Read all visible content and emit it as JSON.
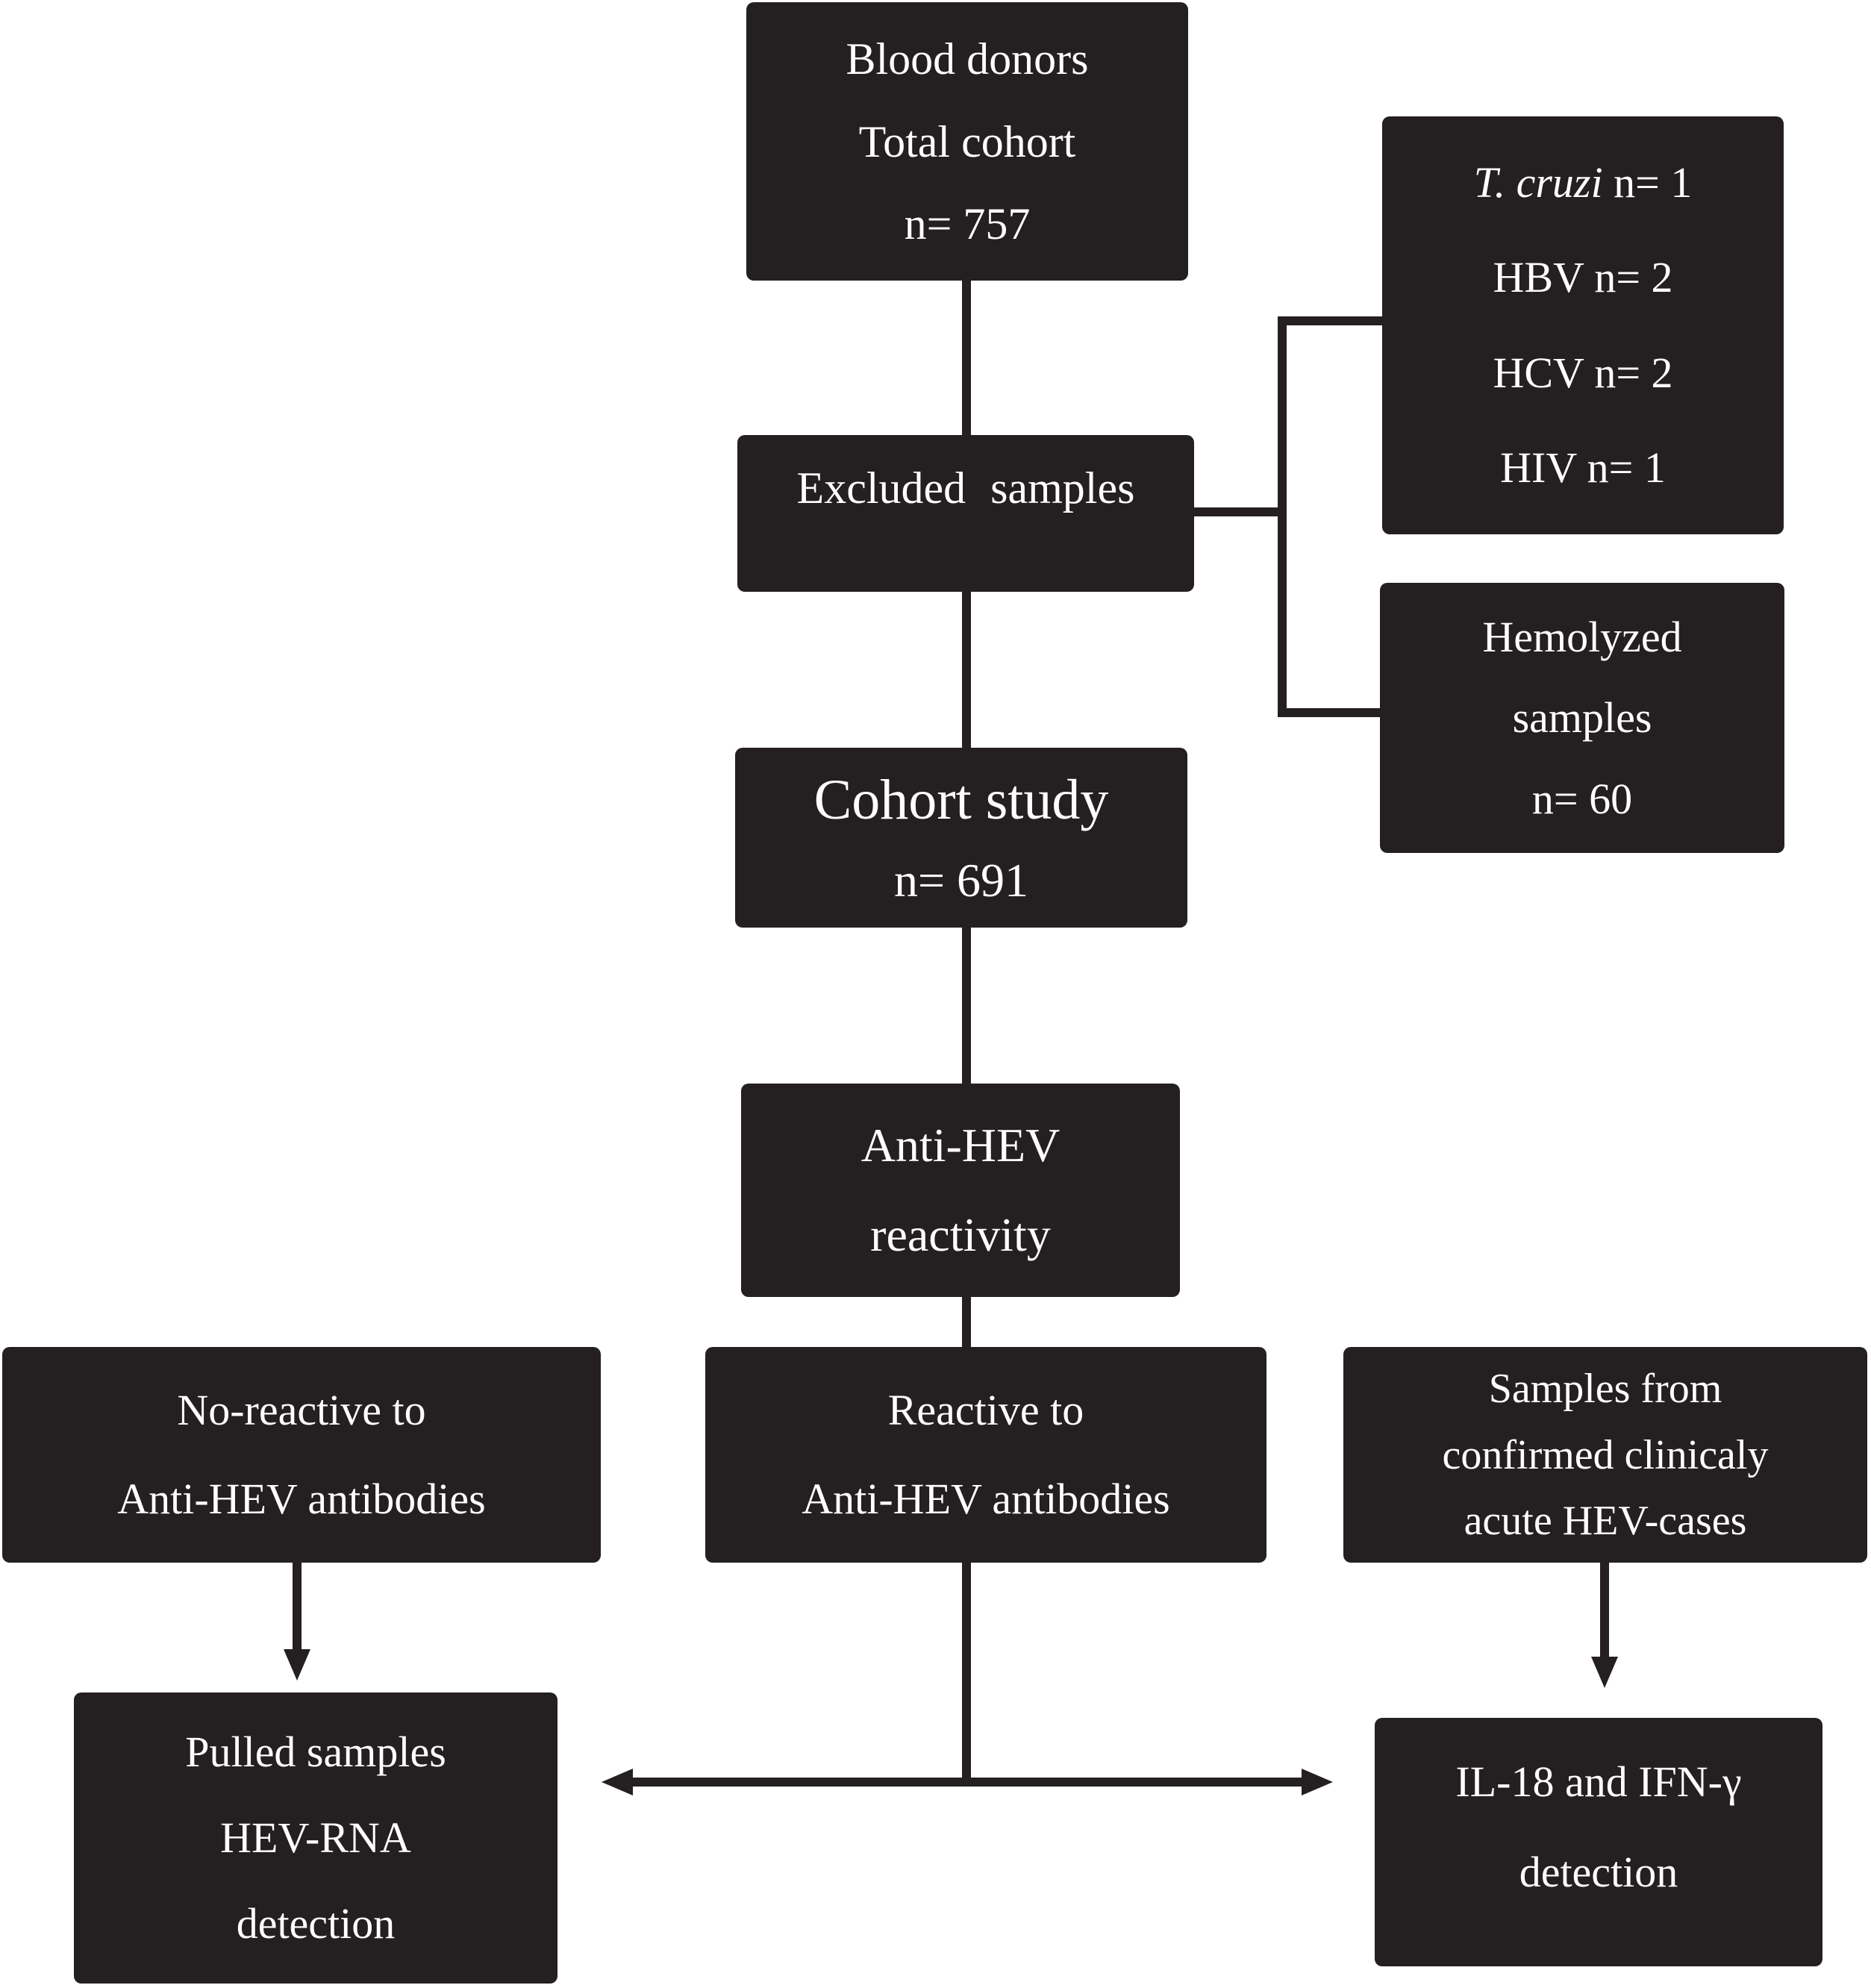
{
  "figure": {
    "type": "study-flow-diagram",
    "background_color": "#ffffff",
    "box_fill_color": "#241f20",
    "box_text_color": "#fefefe",
    "connector_color": "#241f20"
  },
  "boxes": {
    "blood_donors": {
      "lines": [
        "Blood donors",
        "Total cohort",
        "n= 757"
      ]
    },
    "t_cruzi": {
      "italic": "T. cruzi",
      "after_italic": " n= 1",
      "lines": [
        "HBV n= 2",
        "HCV n= 2",
        "HIV n= 1"
      ]
    },
    "excluded": {
      "lines": [
        "Excluded samples"
      ]
    },
    "hemolyzed": {
      "lines": [
        "Hemolyzed",
        "samples",
        "n= 60"
      ]
    },
    "cohort": {
      "title": "Cohort study",
      "subtitle": "n= 691"
    },
    "anti_hev": {
      "lines": [
        "Anti-HEV",
        "reactivity"
      ]
    },
    "no_reactive": {
      "lines": [
        "No-reactive to",
        "Anti-HEV antibodies"
      ]
    },
    "reactive": {
      "lines": [
        "Reactive to",
        "Anti-HEV antibodies"
      ]
    },
    "confirmed": {
      "lines": [
        "Samples from",
        "confirmed clinicaly",
        "acute HEV-cases"
      ]
    },
    "pulled": {
      "lines": [
        "Pulled samples",
        "HEV-RNA",
        "detection"
      ]
    },
    "il18": {
      "lines": [
        "IL-18 and IFN-γ",
        "detection"
      ]
    }
  }
}
